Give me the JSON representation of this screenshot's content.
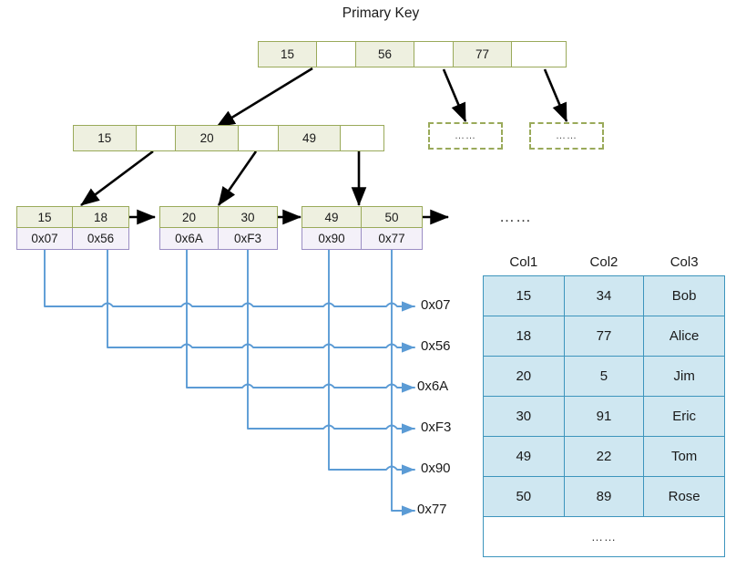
{
  "diagram": {
    "title": "Primary Key",
    "colors": {
      "index_border": "#9aaa5a",
      "index_fill": "#eef0e0",
      "pointer_border": "#9b8ec4",
      "pointer_fill": "#f4f1f9",
      "connector": "#5b9bd5",
      "table_border": "#3d95bd",
      "table_fill": "#cfe7f1",
      "arrow": "#000000"
    },
    "ellipsis": "……",
    "root": {
      "cells": [
        {
          "value": "15",
          "type": "key"
        },
        {
          "value": "",
          "type": "pointer"
        },
        {
          "value": "56",
          "type": "key"
        },
        {
          "value": "",
          "type": "pointer"
        },
        {
          "value": "77",
          "type": "key"
        },
        {
          "value": "",
          "type": "pointer"
        }
      ]
    },
    "internal": {
      "cells": [
        {
          "value": "15",
          "type": "key"
        },
        {
          "value": "",
          "type": "pointer"
        },
        {
          "value": "20",
          "type": "key"
        },
        {
          "value": "",
          "type": "pointer"
        },
        {
          "value": "49",
          "type": "key"
        },
        {
          "value": "",
          "type": "pointer"
        }
      ]
    },
    "dashed_nodes": [
      {
        "label": "……"
      },
      {
        "label": "……"
      }
    ],
    "leaves": [
      {
        "keys": [
          "15",
          "18"
        ],
        "pointers": [
          "0x07",
          "0x56"
        ]
      },
      {
        "keys": [
          "20",
          "30"
        ],
        "pointers": [
          "0x6A",
          "0xF3"
        ]
      },
      {
        "keys": [
          "49",
          "50"
        ],
        "pointers": [
          "0x90",
          "0x77"
        ]
      }
    ],
    "addresses": [
      "0x07",
      "0x56",
      "0x6A",
      "0xF3",
      "0x90",
      "0x77"
    ]
  },
  "data_table": {
    "above_label": "……",
    "headers": [
      "Col1",
      "Col2",
      "Col3"
    ],
    "rows": [
      [
        "15",
        "34",
        "Bob"
      ],
      [
        "18",
        "77",
        "Alice"
      ],
      [
        "20",
        "5",
        "Jim"
      ],
      [
        "30",
        "91",
        "Eric"
      ],
      [
        "49",
        "22",
        "Tom"
      ],
      [
        "50",
        "89",
        "Rose"
      ]
    ],
    "more_row": "……"
  }
}
